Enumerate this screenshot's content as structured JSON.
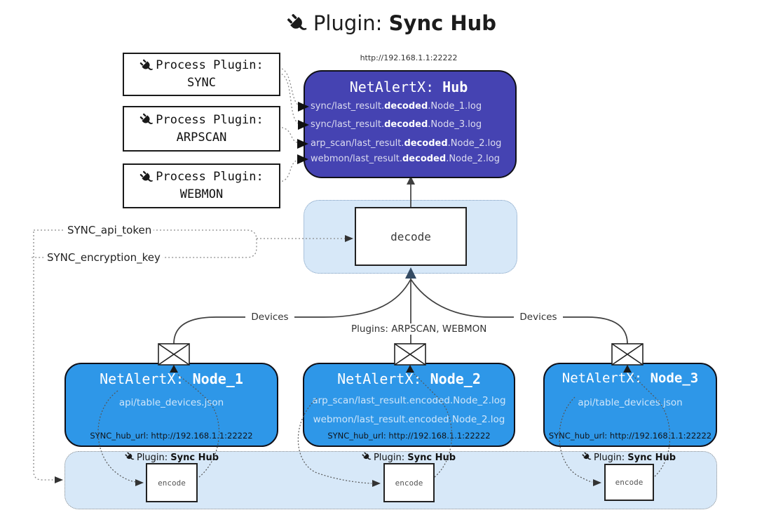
{
  "title": {
    "label": "Plugin:",
    "bold": "Sync Hub"
  },
  "hub": {
    "url_above": "http://192.168.1.1:22222",
    "title": "NetAlertX:",
    "title_bold": "Hub",
    "logs": [
      {
        "pre": "sync/last_result.",
        "bold": "decoded",
        "post": ".Node_1.log"
      },
      {
        "pre": "sync/last_result.",
        "bold": "decoded",
        "post": ".Node_3.log"
      },
      {
        "pre": "arp_scan/last_result.",
        "bold": "decoded",
        "post": ".Node_2.log"
      },
      {
        "pre": "webmon/last_result.",
        "bold": "decoded",
        "post": ".Node_2.log"
      }
    ]
  },
  "process_plugins": [
    {
      "label": "Process Plugin:",
      "name": "SYNC"
    },
    {
      "label": "Process Plugin:",
      "name": "ARPSCAN"
    },
    {
      "label": "Process Plugin:",
      "name": "WEBMON"
    }
  ],
  "decode_label": "decode",
  "settings": {
    "api_token": "SYNC_api_token",
    "encryption_key": "SYNC_encryption_key"
  },
  "edge_labels": {
    "left": "Devices",
    "center": "Plugins: ARPSCAN, WEBMON",
    "right": "Devices"
  },
  "nodes": [
    {
      "title": "NetAlertX:",
      "title_bold": "Node_1",
      "files": [
        "api/table_devices.json"
      ],
      "hub_url": "SYNC_hub_url: http://192.168.1.1:22222"
    },
    {
      "title": "NetAlertX:",
      "title_bold": "Node_2",
      "files": [
        "arp_scan/last_result.encoded.Node_2.log",
        "webmon/last_result.encoded.Node_2.log"
      ],
      "hub_url": "SYNC_hub_url: http://192.168.1.1:22222"
    },
    {
      "title": "NetAlertX:",
      "title_bold": "Node_3",
      "files": [
        "api/table_devices.json"
      ],
      "hub_url": "SYNC_hub_url: http://192.168.1.1:22222"
    }
  ],
  "encode_sections": [
    {
      "label": "Plugin:",
      "label_bold": "Sync Hub",
      "box_label": "encode"
    },
    {
      "label": "Plugin:",
      "label_bold": "Sync Hub",
      "box_label": "encode"
    },
    {
      "label": "Plugin:",
      "label_bold": "Sync Hub",
      "box_label": "encode"
    }
  ],
  "colors": {
    "hub_fill": "#4543b2",
    "node_fill": "#2e97e8",
    "container_fill": "#d7e8f8"
  }
}
